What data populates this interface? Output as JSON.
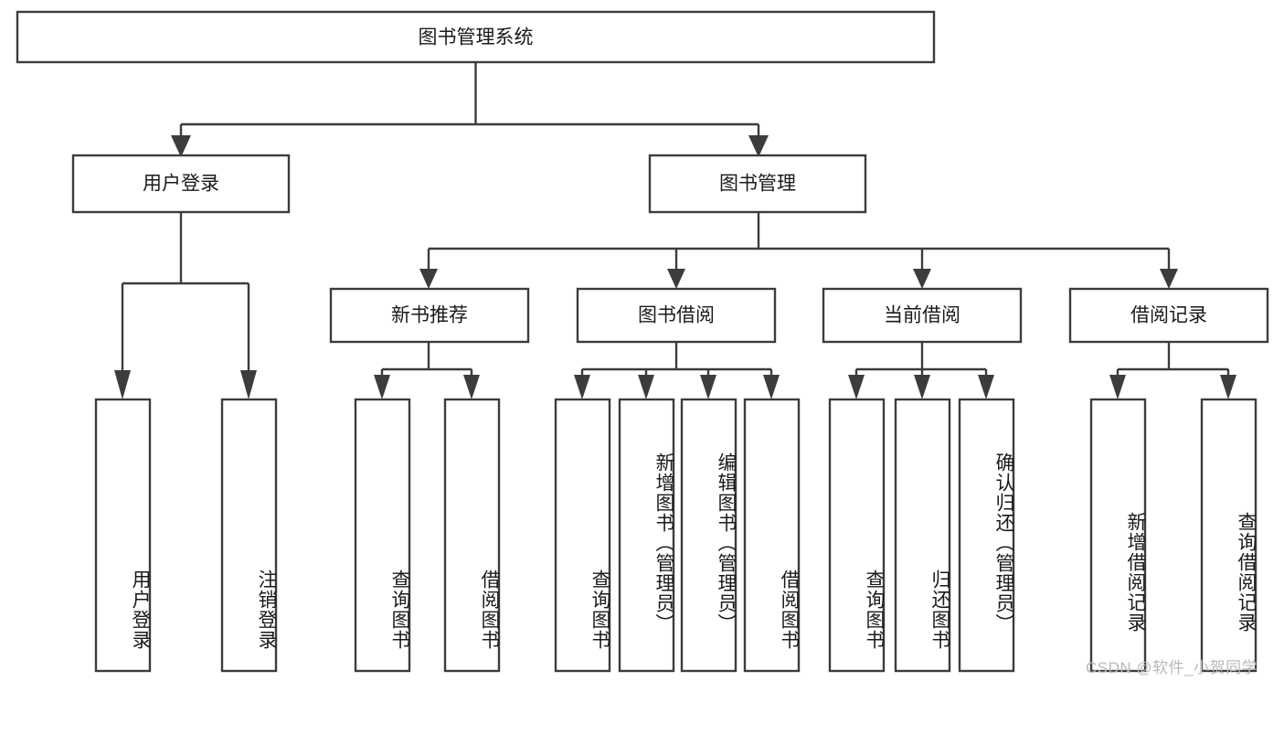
{
  "diagram": {
    "type": "tree-flowchart",
    "title": "图书管理系统",
    "watermark": "CSDN @软件_小贺同学",
    "colors": {
      "box_stroke": "#3c3c3c",
      "box_fill": "#ffffff",
      "text": "#1a1a1a",
      "background": "#ffffff",
      "watermark": "#b9b9b9"
    },
    "levels": {
      "root": {
        "label": "图书管理系统"
      },
      "level2": [
        {
          "label": "用户登录"
        },
        {
          "label": "图书管理"
        }
      ],
      "level3": [
        {
          "label": "新书推荐"
        },
        {
          "label": "图书借阅"
        },
        {
          "label": "当前借阅"
        },
        {
          "label": "借阅记录"
        }
      ],
      "leaves": [
        {
          "label": "用户登录",
          "parent": "用户登录"
        },
        {
          "label": "注销登录",
          "parent": "用户登录"
        },
        {
          "label": "查询图书",
          "parent": "新书推荐"
        },
        {
          "label": "借阅图书",
          "parent": "新书推荐"
        },
        {
          "label": "查询图书",
          "parent": "图书借阅"
        },
        {
          "label": "新增图书（管理员）",
          "parent": "图书借阅"
        },
        {
          "label": "编辑图书（管理员）",
          "parent": "图书借阅"
        },
        {
          "label": "借阅图书",
          "parent": "图书借阅"
        },
        {
          "label": "查询图书",
          "parent": "当前借阅"
        },
        {
          "label": "归还图书",
          "parent": "当前借阅"
        },
        {
          "label": "确认归还（管理员）",
          "parent": "当前借阅"
        },
        {
          "label": "新增借阅记录",
          "parent": "借阅记录"
        },
        {
          "label": "查询借阅记录",
          "parent": "借阅记录"
        }
      ]
    }
  }
}
